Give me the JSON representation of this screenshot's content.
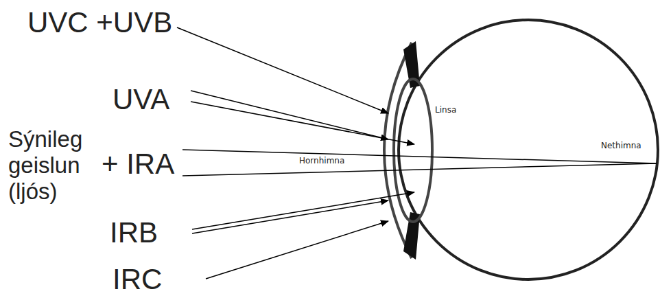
{
  "diagram": {
    "labels": [
      "UVC +UVB",
      "UVA",
      "Sýnileg geislun (ljós)",
      "+ IRA",
      "IRB",
      "IRC",
      "Linsa",
      "Hornhimna",
      "Nethimna"
    ]
  }
}
